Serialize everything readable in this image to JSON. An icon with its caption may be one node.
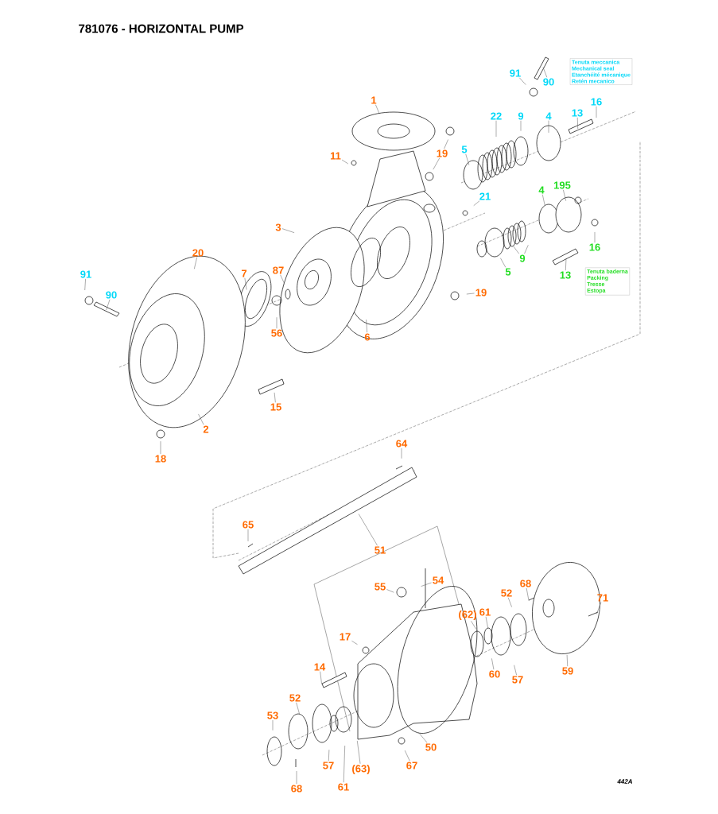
{
  "diagram": {
    "title": "781076 - HORIZONTAL PUMP",
    "nodes": [
      {
        "text": [
          "91"
        ]
      },
      {
        "text": [
          "90"
        ]
      },
      {
        "text": [
          "Tenuta meccanica",
          "Mechanical seal",
          "Etanchéité mécanique",
          "Retén mecanico"
        ]
      },
      {
        "text": [
          "1"
        ]
      },
      {
        "text": [
          "22"
        ]
      },
      {
        "text": [
          "9"
        ]
      },
      {
        "text": [
          "4"
        ]
      },
      {
        "text": [
          "13"
        ]
      },
      {
        "text": [
          "16"
        ]
      },
      {
        "text": [
          "11"
        ]
      },
      {
        "text": [
          "19"
        ]
      },
      {
        "text": [
          "5"
        ]
      },
      {
        "text": [
          "21"
        ]
      },
      {
        "text": [
          "4"
        ]
      },
      {
        "text": [
          "195"
        ]
      },
      {
        "text": [
          "16"
        ]
      },
      {
        "text": [
          "9"
        ]
      },
      {
        "text": [
          "5"
        ]
      },
      {
        "text": [
          "13"
        ]
      },
      {
        "text": [
          "Tenuta baderna",
          "Packing",
          "Tresse",
          "Estopa"
        ]
      },
      {
        "text": [
          "3"
        ]
      },
      {
        "text": [
          "20"
        ]
      },
      {
        "text": [
          "7"
        ]
      },
      {
        "text": [
          "87"
        ]
      },
      {
        "text": [
          "91"
        ]
      },
      {
        "text": [
          "90"
        ]
      },
      {
        "text": [
          "19"
        ]
      },
      {
        "text": [
          "56"
        ]
      },
      {
        "text": [
          "6"
        ]
      },
      {
        "text": [
          "15"
        ]
      },
      {
        "text": [
          "2"
        ]
      },
      {
        "text": [
          "18"
        ]
      },
      {
        "text": [
          "64"
        ]
      },
      {
        "text": [
          "65"
        ]
      },
      {
        "text": [
          "51"
        ]
      },
      {
        "text": [
          "54"
        ]
      },
      {
        "text": [
          "55"
        ]
      },
      {
        "text": [
          "52"
        ]
      },
      {
        "text": [
          "68"
        ]
      },
      {
        "text": [
          "71"
        ]
      },
      {
        "text": [
          "(62)"
        ]
      },
      {
        "text": [
          "61"
        ]
      },
      {
        "text": [
          "17"
        ]
      },
      {
        "text": [
          "14"
        ]
      },
      {
        "text": [
          "60"
        ]
      },
      {
        "text": [
          "57"
        ]
      },
      {
        "text": [
          "59"
        ]
      },
      {
        "text": [
          "52"
        ]
      },
      {
        "text": [
          "53"
        ]
      },
      {
        "text": [
          "50"
        ]
      },
      {
        "text": [
          "67"
        ]
      },
      {
        "text": [
          "57"
        ]
      },
      {
        "text": [
          "(63)"
        ]
      },
      {
        "text": [
          "61"
        ]
      },
      {
        "text": [
          "68"
        ]
      }
    ],
    "edges": [
      {
        "from": 0,
        "to": null,
        "arrow": "none"
      },
      {
        "from": 1,
        "to": null,
        "arrow": "none"
      },
      {
        "from": 3,
        "to": null,
        "arrow": "none"
      },
      {
        "from": 4,
        "to": null,
        "arrow": "none"
      },
      {
        "from": 5,
        "to": null,
        "arrow": "none"
      },
      {
        "from": 6,
        "to": null,
        "arrow": "none"
      },
      {
        "from": 7,
        "to": null,
        "arrow": "none"
      },
      {
        "from": 8,
        "to": null,
        "arrow": "none"
      },
      {
        "from": 9,
        "to": null,
        "arrow": "none"
      },
      {
        "from": 10,
        "to": null,
        "arrow": "none"
      },
      {
        "from": 10,
        "to": null,
        "arrow": "none"
      },
      {
        "from": 11,
        "to": null,
        "arrow": "none"
      },
      {
        "from": 12,
        "to": null,
        "arrow": "none"
      },
      {
        "from": 13,
        "to": null,
        "arrow": "none"
      },
      {
        "from": 14,
        "to": null,
        "arrow": "none"
      },
      {
        "from": 15,
        "to": null,
        "arrow": "none"
      },
      {
        "from": 16,
        "to": null,
        "arrow": "none"
      },
      {
        "from": 16,
        "to": null,
        "arrow": "none"
      },
      {
        "from": 17,
        "to": null,
        "arrow": "none"
      },
      {
        "from": 18,
        "to": null,
        "arrow": "none"
      },
      {
        "from": 20,
        "to": null,
        "arrow": "none"
      },
      {
        "from": 21,
        "to": null,
        "arrow": "none"
      },
      {
        "from": 22,
        "to": null,
        "arrow": "none"
      },
      {
        "from": 23,
        "to": null,
        "arrow": "none"
      },
      {
        "from": 24,
        "to": null,
        "arrow": "none"
      },
      {
        "from": 25,
        "to": null,
        "arrow": "none"
      },
      {
        "from": 26,
        "to": null,
        "arrow": "none"
      },
      {
        "from": 27,
        "to": null,
        "arrow": "none"
      },
      {
        "from": 28,
        "to": null,
        "arrow": "none"
      },
      {
        "from": 29,
        "to": null,
        "arrow": "none"
      },
      {
        "from": 30,
        "to": null,
        "arrow": "none"
      },
      {
        "from": 31,
        "to": null,
        "arrow": "none"
      },
      {
        "from": 32,
        "to": null,
        "arrow": "none"
      },
      {
        "from": 33,
        "to": null,
        "arrow": "none"
      },
      {
        "from": 34,
        "to": null,
        "arrow": "none"
      },
      {
        "from": 35,
        "to": null,
        "arrow": "none"
      },
      {
        "from": 36,
        "to": null,
        "arrow": "none"
      },
      {
        "from": 37,
        "to": null,
        "arrow": "none"
      },
      {
        "from": 38,
        "to": null,
        "arrow": "none"
      },
      {
        "from": 39,
        "to": null,
        "arrow": "none"
      },
      {
        "from": 40,
        "to": null,
        "arrow": "none"
      },
      {
        "from": 41,
        "to": null,
        "arrow": "none"
      },
      {
        "from": 42,
        "to": null,
        "arrow": "none"
      },
      {
        "from": 43,
        "to": null,
        "arrow": "none"
      },
      {
        "from": 44,
        "to": null,
        "arrow": "none"
      },
      {
        "from": 45,
        "to": null,
        "arrow": "none"
      },
      {
        "from": 46,
        "to": null,
        "arrow": "none"
      },
      {
        "from": 47,
        "to": null,
        "arrow": "none"
      },
      {
        "from": 48,
        "to": null,
        "arrow": "none"
      },
      {
        "from": 49,
        "to": null,
        "arrow": "none"
      },
      {
        "from": 50,
        "to": null,
        "arrow": "none"
      },
      {
        "from": 51,
        "to": null,
        "arrow": "none"
      },
      {
        "from": 52,
        "to": null,
        "arrow": "none"
      },
      {
        "from": 53,
        "to": null,
        "arrow": "none"
      },
      {
        "from": 54,
        "to": null,
        "arrow": "none"
      }
    ],
    "labels": [
      "442A"
    ]
  }
}
